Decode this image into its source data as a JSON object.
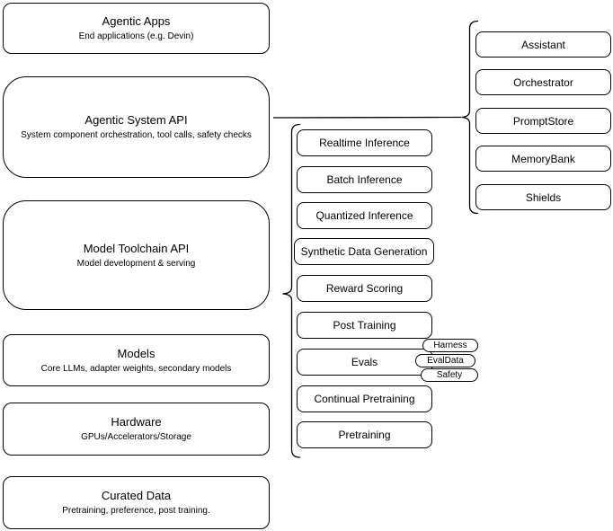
{
  "left_column": {
    "boxes": [
      {
        "title": "Agentic Apps",
        "subtitle": "End applications (e.g. Devin)"
      },
      {
        "title": "Agentic System API",
        "subtitle": "System component orchestration, tool calls, safety checks"
      },
      {
        "title": "Model Toolchain API",
        "subtitle": "Model development & serving"
      },
      {
        "title": "Models",
        "subtitle": "Core LLMs, adapter weights, secondary models"
      },
      {
        "title": "Hardware",
        "subtitle": "GPUs/Accelerators/Storage"
      },
      {
        "title": "Curated Data",
        "subtitle": "Pretraining, preference, post training."
      }
    ]
  },
  "toolchain_column": {
    "boxes": [
      "Realtime Inference",
      "Batch Inference",
      "Quantized Inference",
      "Synthetic Data Generation",
      "Reward Scoring",
      "Post Training",
      "Evals",
      "Continual Pretraining",
      "Pretraining"
    ],
    "eval_tags": [
      "Harness",
      "EvalData",
      "Safety"
    ]
  },
  "agentic_column": {
    "boxes": [
      "Assistant",
      "Orchestrator",
      "PromptStore",
      "MemoryBank",
      "Shields"
    ]
  },
  "colors": {
    "stroke": "#000000",
    "fill": "#ffffff",
    "text": "#000000"
  }
}
